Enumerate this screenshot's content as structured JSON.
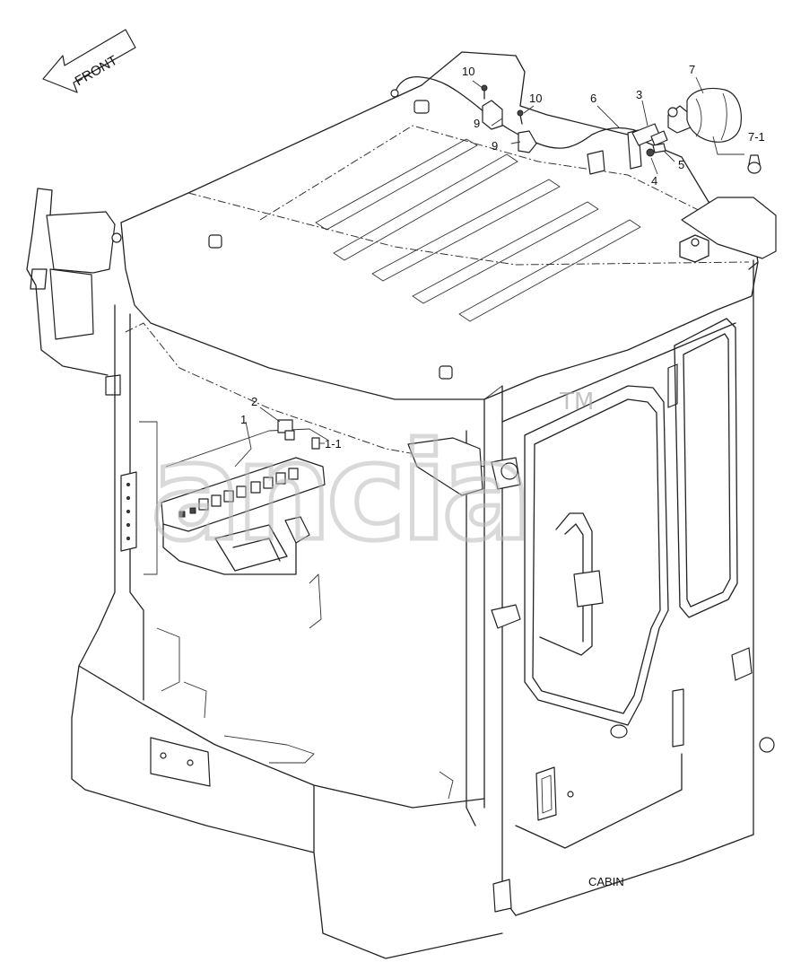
{
  "diagram": {
    "front_label": "FRONT",
    "section_label": "CABIN",
    "callouts": {
      "c10a": "10",
      "c10b": "10",
      "c9a": "9",
      "c9b": "9",
      "c6": "6",
      "c3": "3",
      "c7": "7",
      "c7_1": "7-1",
      "c5": "5",
      "c4": "4",
      "c2": "2",
      "c1": "1",
      "c1_1": "1-1"
    },
    "watermark": {
      "logo_text": "ancia",
      "trademark": "TM"
    }
  }
}
